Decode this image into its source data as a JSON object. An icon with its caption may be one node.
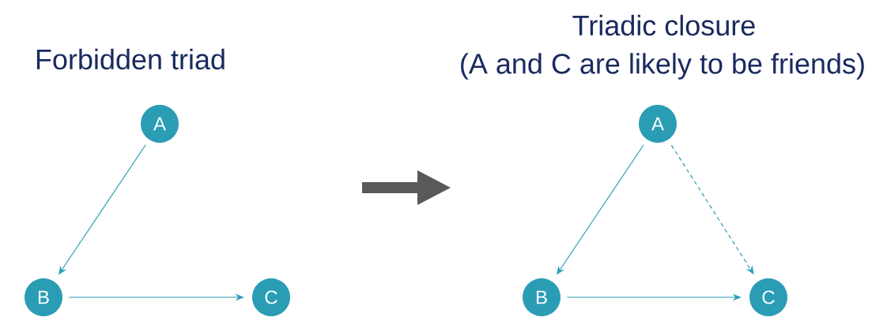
{
  "diagram": {
    "nodes": [
      {
        "text": [
          "A"
        ]
      },
      {
        "text": [
          "B"
        ]
      },
      {
        "text": [
          "C"
        ]
      },
      {
        "text": [
          "A"
        ]
      },
      {
        "text": [
          "B"
        ]
      },
      {
        "text": [
          "C"
        ]
      }
    ],
    "edges": [
      {
        "from": 0,
        "to": 1,
        "arrow": "to"
      },
      {
        "from": 1,
        "to": 2,
        "arrow": "to"
      },
      {
        "from": 3,
        "to": 4,
        "arrow": "to"
      },
      {
        "from": 4,
        "to": 5,
        "arrow": "to"
      },
      {
        "from": 3,
        "to": 5,
        "arrow": "to",
        "style": "dashed"
      }
    ],
    "labels": [
      "Forbidden triad",
      "Triadic closure",
      "(A and C are likely to be friends)"
    ]
  }
}
